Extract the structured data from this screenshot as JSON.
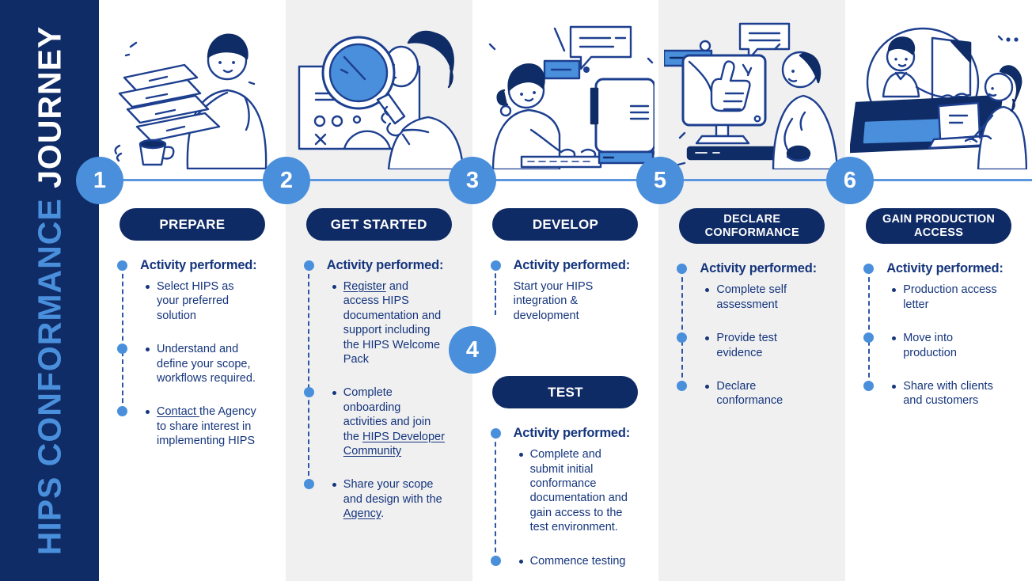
{
  "sidebar": {
    "title_primary": "HIPS CONFORMANCE",
    "title_secondary": "JOURNEY"
  },
  "colors": {
    "navy": "#0f2b66",
    "accent_blue": "#4a8fdb",
    "text_navy": "#15357c",
    "timeline_blue": "#5b97de",
    "column_alt_bg": "#f0f0f1"
  },
  "steps": [
    {
      "label": "1"
    },
    {
      "label": "2"
    },
    {
      "label": "3"
    },
    {
      "label": "4"
    },
    {
      "label": "5"
    },
    {
      "label": "6"
    }
  ],
  "columns": [
    {
      "illustration": "person-sorting-documents-with-coffee",
      "sections": [
        {
          "pill": "PREPARE",
          "heading": "Activity performed:",
          "items": [
            {
              "dot": false,
              "segments": [
                {
                  "text": "Select HIPS as your preferred solution"
                }
              ]
            },
            {
              "dot": true,
              "segments": [
                {
                  "text": "Understand and define your scope, workflows required."
                }
              ]
            },
            {
              "dot": true,
              "segments": [
                {
                  "text": "Contact ",
                  "underline": true
                },
                {
                  "text": "the Agency to share interest in implementing HIPS"
                }
              ]
            }
          ]
        }
      ]
    },
    {
      "illustration": "woman-inspecting-panel-with-magnifying-glass",
      "sections": [
        {
          "pill": "GET STARTED",
          "heading": "Activity performed:",
          "items": [
            {
              "dot": false,
              "segments": [
                {
                  "text": "Register",
                  "underline": true
                },
                {
                  "text": " and access HIPS documentation and support including the HIPS Welcome Pack"
                }
              ]
            },
            {
              "dot": true,
              "segments": [
                {
                  "text": "Complete onboarding activities and join the "
                },
                {
                  "text": "HIPS Developer Community",
                  "underline": true
                }
              ]
            },
            {
              "dot": true,
              "segments": [
                {
                  "text": "Share your scope and design with the "
                },
                {
                  "text": "Agency",
                  "underline": true
                },
                {
                  "text": "."
                }
              ]
            }
          ]
        }
      ]
    },
    {
      "illustration": "person-typing-at-computer-with-chat-bubbles",
      "sections": [
        {
          "pill": "DEVELOP",
          "heading": "Activity performed:",
          "items": [
            {
              "dot": false,
              "plain": true,
              "segments": [
                {
                  "text": "Start your HIPS integration & development"
                }
              ]
            }
          ]
        },
        {
          "pill": "TEST",
          "heading": "Activity performed:",
          "items": [
            {
              "dot": false,
              "segments": [
                {
                  "text": "Complete and submit initial conformance documentation and gain access to the test environment."
                }
              ]
            },
            {
              "dot": true,
              "segments": [
                {
                  "text": "Commence testing"
                }
              ]
            }
          ]
        }
      ]
    },
    {
      "illustration": "person-at-monitor-with-thumbs-up",
      "sections": [
        {
          "pill": "DECLARE CONFORMANCE",
          "heading": "Activity performed:",
          "items": [
            {
              "dot": false,
              "segments": [
                {
                  "text": "Complete self assessment"
                }
              ]
            },
            {
              "dot": true,
              "segments": [
                {
                  "text": "Provide test evidence"
                }
              ]
            },
            {
              "dot": true,
              "segments": [
                {
                  "text": "Declare conformance"
                }
              ]
            }
          ]
        }
      ]
    },
    {
      "illustration": "two-people-collaborating-with-laptops",
      "sections": [
        {
          "pill": "GAIN PRODUCTION ACCESS",
          "heading": "Activity performed:",
          "items": [
            {
              "dot": false,
              "segments": [
                {
                  "text": "Production access letter"
                }
              ]
            },
            {
              "dot": true,
              "segments": [
                {
                  "text": "Move into production"
                }
              ]
            },
            {
              "dot": true,
              "segments": [
                {
                  "text": "Share with clients and customers"
                }
              ]
            }
          ]
        }
      ]
    }
  ]
}
